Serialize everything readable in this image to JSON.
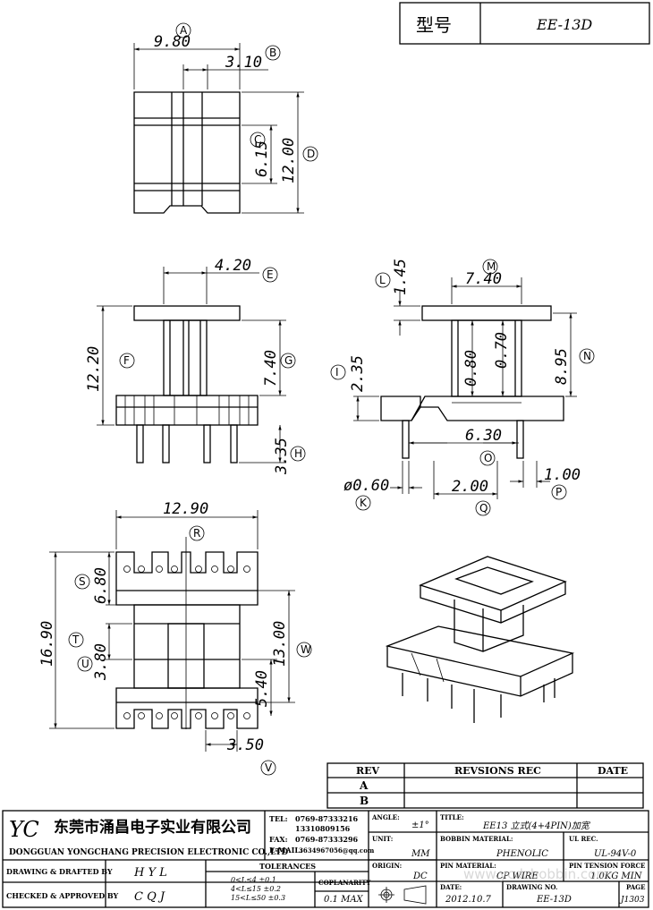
{
  "header": {
    "model_label": "型号",
    "model_value": "EE-13D"
  },
  "dims": {
    "a": {
      "letter": "A",
      "value": "9.80"
    },
    "b": {
      "letter": "B",
      "value": "3.10"
    },
    "c": {
      "letter": "C",
      "value": "6.15"
    },
    "d": {
      "letter": "D",
      "value": "12.00"
    },
    "e": {
      "letter": "E",
      "value": "4.20"
    },
    "f": {
      "letter": "F",
      "value": "12.20"
    },
    "g": {
      "letter": "G",
      "value": "7.40"
    },
    "h": {
      "letter": "H",
      "value": "3.35"
    },
    "i": {
      "letter": "I",
      "value": "2.35"
    },
    "k": {
      "letter": "K",
      "value": "ø0.60"
    },
    "l": {
      "letter": "L",
      "value": "1.45"
    },
    "m": {
      "letter": "M",
      "value": "7.40"
    },
    "n": {
      "letter": "N",
      "value": "8.95"
    },
    "o": {
      "letter": "O",
      "value": "6.30"
    },
    "p": {
      "letter": "P",
      "value": "1.00"
    },
    "q": {
      "letter": "Q",
      "value": "2.00"
    },
    "r": {
      "letter": "R",
      "value": "12.90"
    },
    "s": {
      "letter": "S",
      "value": "6.80"
    },
    "t": {
      "letter": "T",
      "value": "16.90"
    },
    "u": {
      "letter": "U",
      "value": "3.80"
    },
    "v": {
      "letter": "V",
      "value": "3.50"
    },
    "w": {
      "letter": "W",
      "value": "13.00"
    },
    "x": {
      "value": "5.40"
    },
    "inner1": {
      "value": "0.80"
    },
    "inner2": {
      "value": "0.70"
    }
  },
  "revision": {
    "rev": "REV",
    "revisions_rec": "REVSIONS REC",
    "date": "DATE",
    "row_a": "A",
    "row_b": "B"
  },
  "title_block": {
    "logo": "YC",
    "company_cn": "东莞市涌昌电子实业有限公司",
    "company_en": "DONGGUAN YONGCHANG PRECISION ELECTRONIC CO.,LTD",
    "tel_label": "TEL:",
    "tel_1": "0769-87333216",
    "tel_2": "13310809156",
    "fax_label": "FAX:",
    "fax": "0769-87333296",
    "email_label": "E-MAIL:",
    "email": "3634967056@qq.com",
    "angle_label": "ANGLE:",
    "angle_value": "±1°",
    "title_label": "TITLE:",
    "title_value": "EE13 立式(4+4PIN)加宽",
    "unit_label": "UNIT:",
    "unit_value": "MM",
    "bobbin_label": "BOBBIN MATERIAL:",
    "bobbin_value": "PHENOLIC",
    "ul_label": "UL REC.",
    "ul_value": "UL-94V-0",
    "origin_label": "ORIGIN:",
    "origin_value": "DC",
    "pin_label": "PIN MATERIAL:",
    "pin_value": "CP WIRE",
    "tension_label": "PIN TENSION FORCE",
    "tension_value": "1.0KG MIN",
    "drawn_label": "DRAWING & DRAFTED BY",
    "drawn_value": "H Y L",
    "tolerances_label": "TOLERANCES",
    "tol_1": "0<L≤4   ±0.1",
    "tol_2": "4<L≤15  ±0.2",
    "tol_3": "15<L≤50 ±0.3",
    "coplanarity_label": "COPLANARITY",
    "coplanarity_value": "0.1 MAX",
    "checked_label": "CHECKED & APPROVED BY",
    "checked_value": "C Q J",
    "date_label": "DATE:",
    "date_value": "2012.10.7",
    "drawing_no_label": "DRAWING NO.",
    "drawing_no_value": "EE-13D",
    "page_label": "PAGE",
    "page_value": "J1303",
    "watermark": "www.ycdzbobbin.com"
  }
}
